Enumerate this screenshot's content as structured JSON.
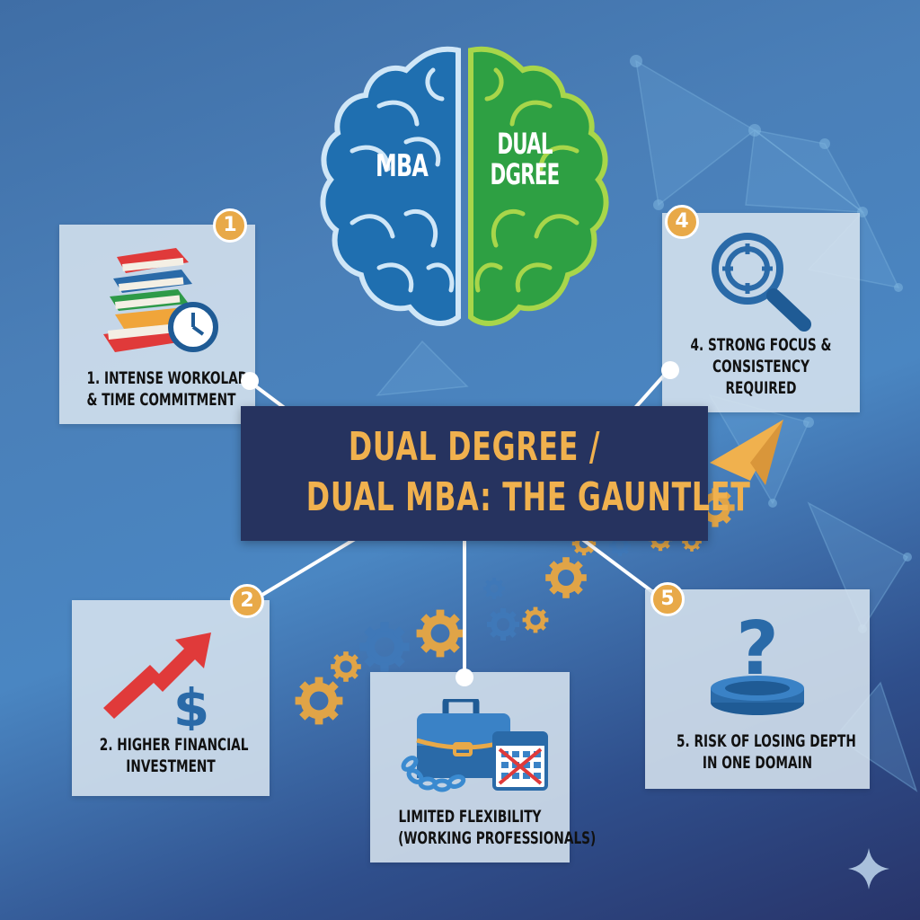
{
  "title": {
    "line1": "DUAL DEGREE /",
    "line2": "DUAL MBA: THE GAUNTLET"
  },
  "brain": {
    "left_label": "MBA",
    "right_label_line1": "DUAL",
    "right_label_line2": "DGREE",
    "left_color": "#1f6fb0",
    "right_color": "#2ea043"
  },
  "cards": [
    {
      "badge": "1",
      "icon": "books-clock-icon",
      "label_line1": "1. INTENSE WORKOLAD",
      "label_line2": "& TIME COMMITMENT"
    },
    {
      "badge": "2",
      "icon": "rising-cost-dollar-icon",
      "label_line1": "2. HIGHER FINANCIAL",
      "label_line2": "INVESTMENT"
    },
    {
      "badge": "",
      "icon": "chained-briefcase-calendar-icon",
      "label_line1": "LIMITED FLEXIBILITY",
      "label_line2": "(WORKING PROFESSIONALS)"
    },
    {
      "badge": "4",
      "icon": "magnifier-target-icon",
      "label_line1": "4. STRONG FOCUS &",
      "label_line2": "CONSISTENCY",
      "label_line3": "REQUIRED"
    },
    {
      "badge": "5",
      "icon": "question-pit-icon",
      "label_line1": "5. RISK OF LOSING DEPTH",
      "label_line2": "IN ONE DOMAIN"
    }
  ],
  "colors": {
    "accent_gold": "#e8a948",
    "title_bg": "#26335f",
    "title_text": "#f0b14e",
    "card_bg": "#d6e2ee",
    "icon_blue": "#2a6aa8",
    "arrow_red": "#e03a3a"
  }
}
